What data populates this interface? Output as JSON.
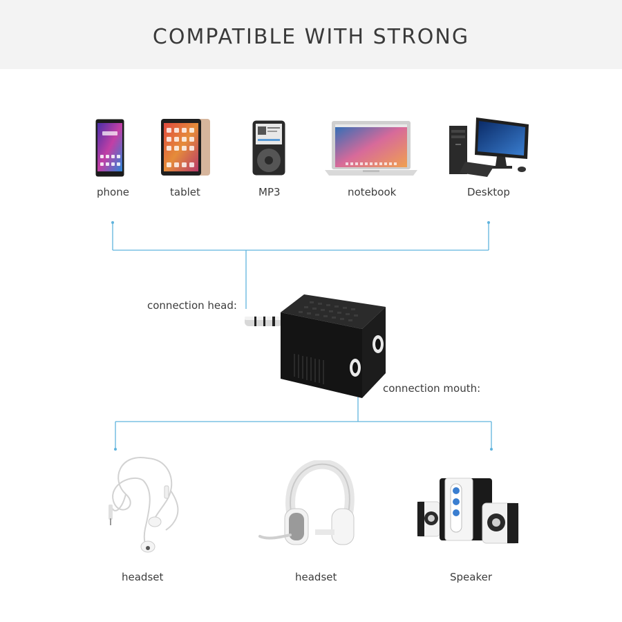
{
  "header": {
    "title": "COMPATIBLE WITH STRONG"
  },
  "sources": [
    {
      "label": "phone",
      "icon": "smartphone-icon"
    },
    {
      "label": "tablet",
      "icon": "tablet-icon"
    },
    {
      "label": "MP3",
      "icon": "mp3-player-icon"
    },
    {
      "label": "notebook",
      "icon": "laptop-icon"
    },
    {
      "label": "Desktop",
      "icon": "desktop-computer-icon"
    }
  ],
  "adapter": {
    "head_label": "connection head:",
    "mouth_label": "connection mouth:",
    "icon": "splitter-adapter-icon"
  },
  "outputs": [
    {
      "label": "headset",
      "icon": "earphones-icon"
    },
    {
      "label": "headset",
      "icon": "headphones-icon"
    },
    {
      "label": "Speaker",
      "icon": "speakers-icon"
    }
  ],
  "colors": {
    "connector_line": "#5fb3dd",
    "banner_bg": "#f3f3f3",
    "adapter_body": "#1e1e1e"
  }
}
